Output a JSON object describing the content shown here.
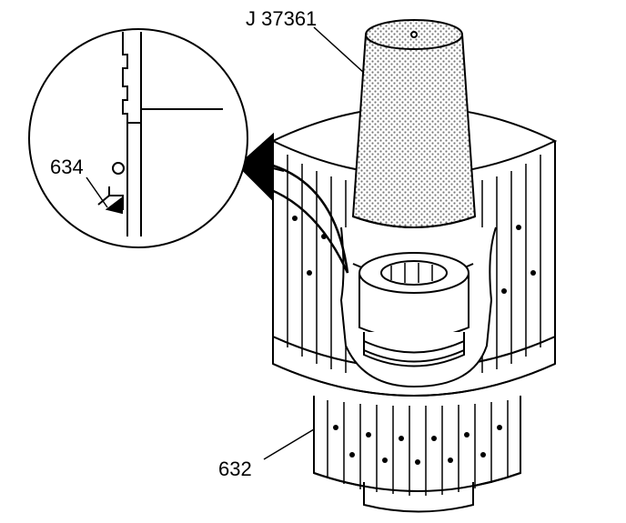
{
  "labels": {
    "tool": "J 37361",
    "part_snap_ring": "634",
    "part_housing": "632"
  },
  "colors": {
    "ink": "#000000",
    "paper": "#ffffff",
    "stipple": "#9a9a9a"
  }
}
